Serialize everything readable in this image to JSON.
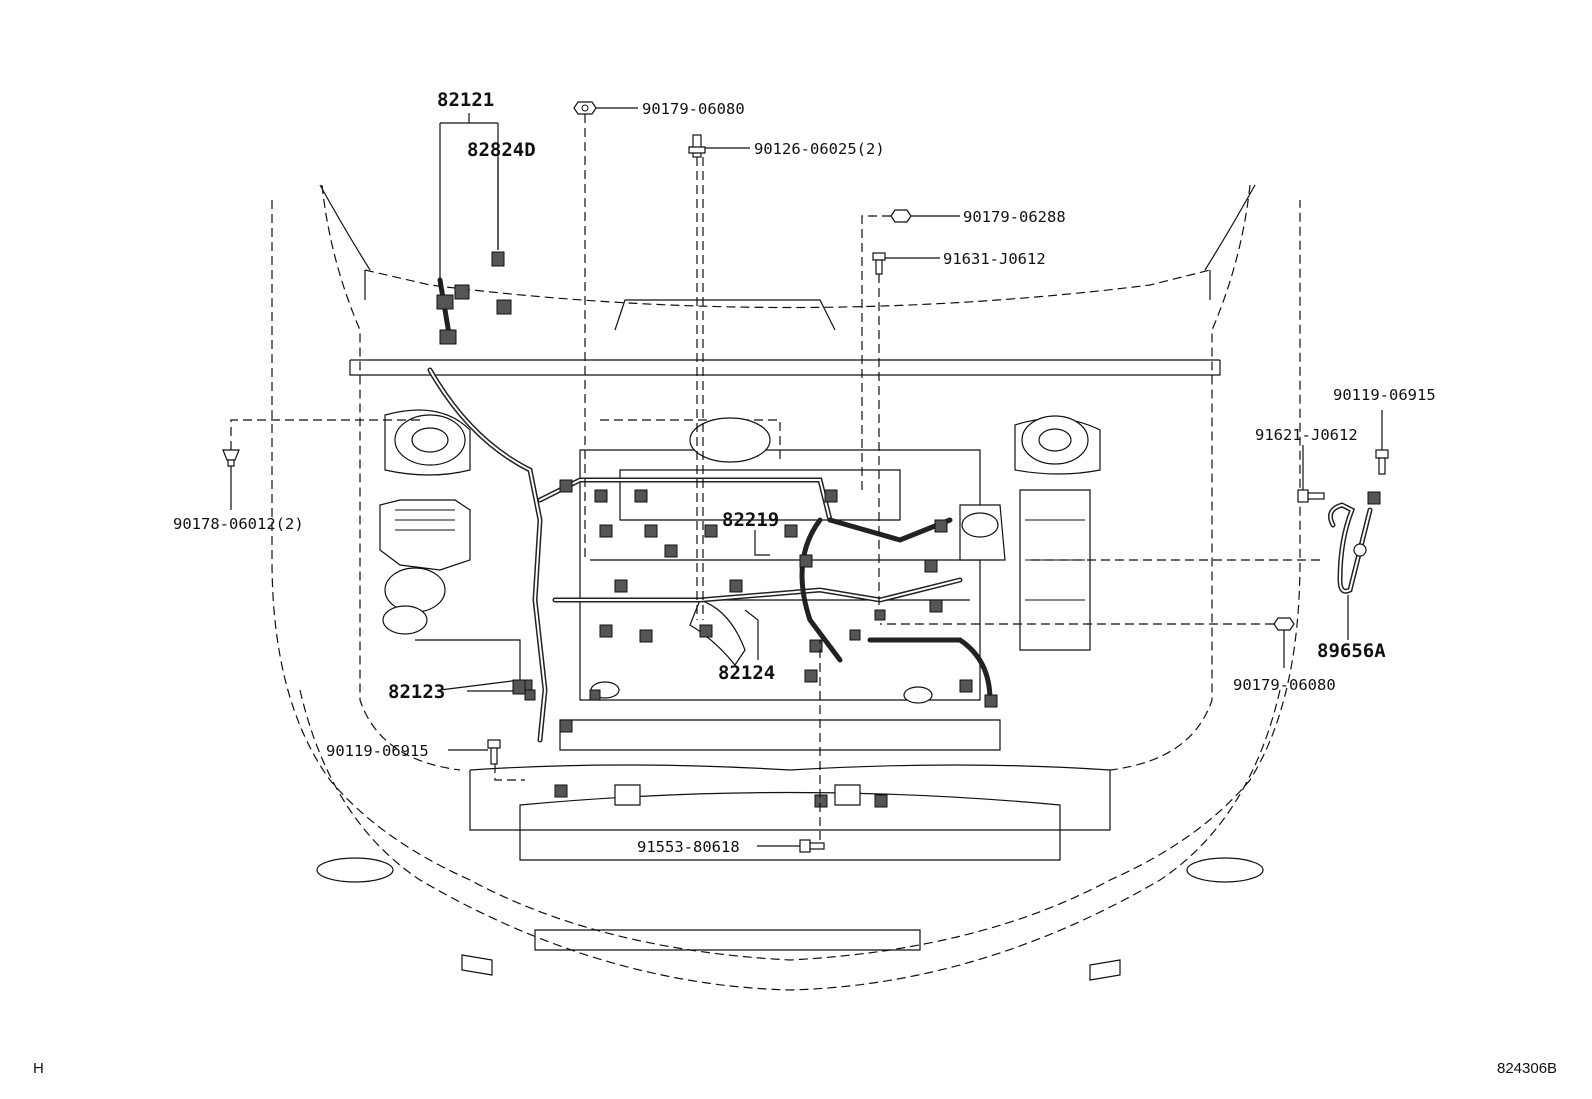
{
  "labels": {
    "p82121": "82121",
    "p82824D": "82824D",
    "p90179_06080_top": "90179-06080",
    "p90126_06025": "90126-06025(2)",
    "p90179_06288": "90179-06288",
    "p91631_J0612": "91631-J0612",
    "p90119_06915_right": "90119-06915",
    "p91621_J0612": "91621-J0612",
    "p90178_06012": "90178-06012(2)",
    "p82219": "82219",
    "p89656A": "89656A",
    "p90179_06080_right": "90179-06080",
    "p82123": "82123",
    "p82124": "82124",
    "p90119_06915_left": "90119-06915",
    "p91553_80618": "91553-80618"
  },
  "footer": {
    "left_mark": "H",
    "figure_code": "824306B"
  }
}
